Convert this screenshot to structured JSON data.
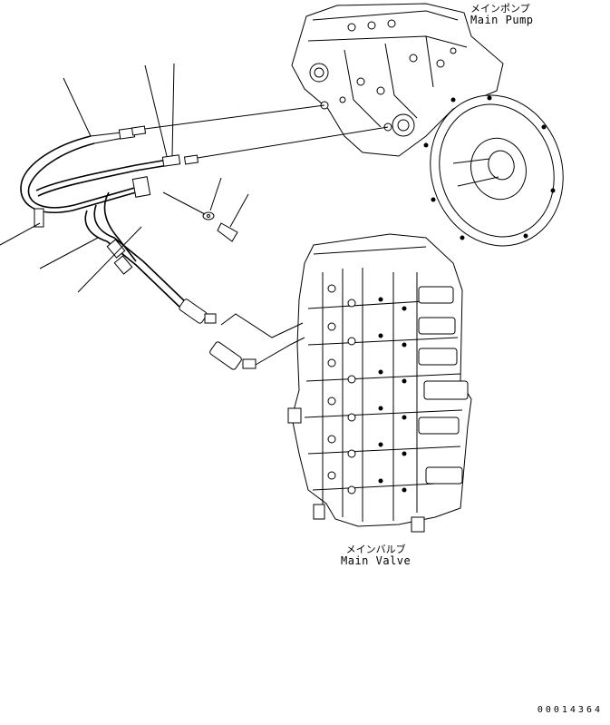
{
  "labels": {
    "main_pump_jp": "メインポンプ",
    "main_pump_en": "Main Pump",
    "main_valve_jp": "メインバルブ",
    "main_valve_en": "Main Valve"
  },
  "drawing_number": "00014364"
}
